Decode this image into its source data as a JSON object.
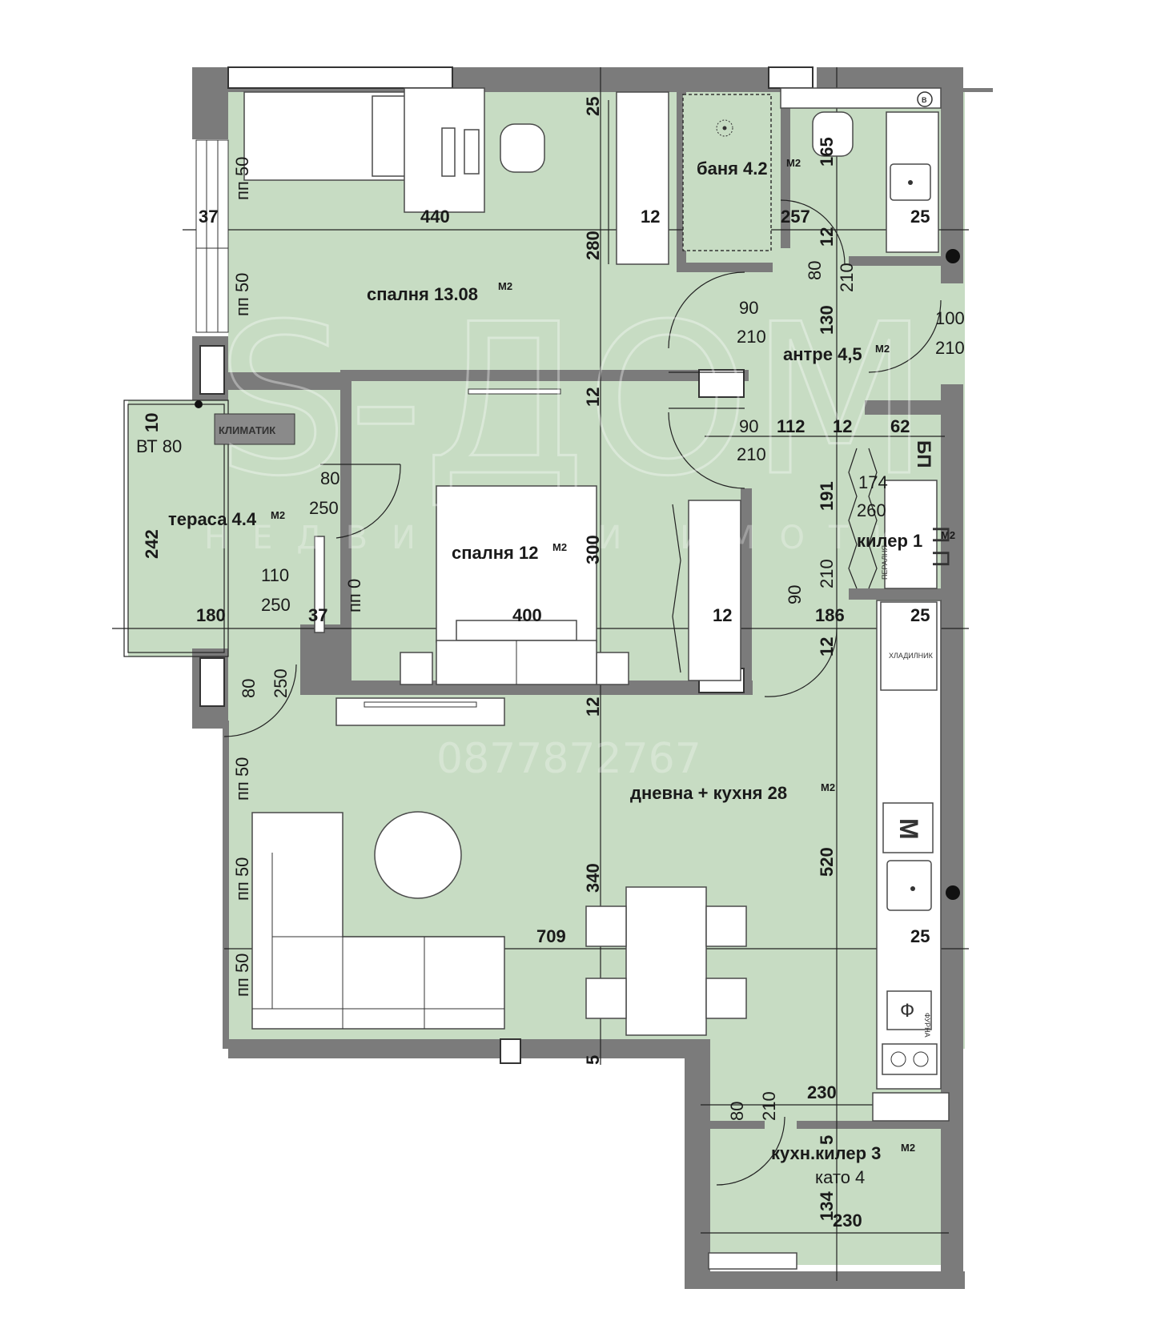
{
  "rooms": {
    "bedroom1": {
      "name": "спалня 13.08",
      "unit": "M2"
    },
    "bathroom": {
      "name": "баня 4.2",
      "unit": "M2"
    },
    "hall": {
      "name": "антре 4,5",
      "unit": "M2"
    },
    "terrace": {
      "name": "тераса 4.4",
      "unit": "M2"
    },
    "bedroom2": {
      "name": "спалня 12",
      "unit": "M2"
    },
    "closet": {
      "name": "килер 1",
      "unit": "M2"
    },
    "living": {
      "name": "дневна + кухня 28",
      "unit": "M2"
    },
    "pantry": {
      "name": "кухн.килер 3",
      "unit": "M2"
    }
  },
  "labels": {
    "climatic": "КЛИМАТИК",
    "fridge": "ХЛАДИЛНИК",
    "oven": "ФУРНА",
    "washer": "ПЕРАЛНЯ",
    "oven_letter": "Ф",
    "m_letter": "М",
    "b_letter": "В",
    "bp_letters": "БП",
    "pp_letters": "П П",
    "pantry_note": "като 4",
    "bt80": "ВТ 80"
  },
  "dimensions": {
    "d25_top": "25",
    "d280": "280",
    "d165": "165",
    "d37_top": "37",
    "d440": "440",
    "d12_a": "12",
    "d257": "257",
    "d25_b": "25",
    "d12_b": "12",
    "d80_a": "80",
    "d210_a": "210",
    "d90_a": "90",
    "d210_b": "210",
    "d130": "130",
    "d100": "100",
    "d210_c": "210",
    "d12_c": "12",
    "d10": "10",
    "d90_b": "90",
    "d112": "112",
    "d12_d": "12",
    "d62": "62",
    "d210_d": "210",
    "d80_b": "80",
    "d250_a": "250",
    "d191": "191",
    "d174": "174",
    "d260": "260",
    "d242": "242",
    "d300": "300",
    "d110": "110",
    "d250_b": "250",
    "d90_c": "90",
    "d210_e": "210",
    "d180": "180",
    "d37_b": "37",
    "d400": "400",
    "d12_e": "12",
    "d186": "186",
    "d25_c": "25",
    "d12_f": "12",
    "d80_c": "80",
    "d250_c": "250",
    "d12_g": "12",
    "d520": "520",
    "d340": "340",
    "d709": "709",
    "d25_d": "25",
    "d5_a": "5",
    "d230_a": "230",
    "d80_d": "80",
    "d210_f": "210",
    "d5_b": "5",
    "d134": "134",
    "d230_b": "230"
  },
  "window_marks": {
    "pp50_a": "пп 50",
    "pp50_b": "пп 50",
    "pp0": "пп 0",
    "pp50_c": "пп 50",
    "pp50_d": "пп 50",
    "pp50_e": "пп 50"
  },
  "watermark": {
    "logo": "S-ДОМ",
    "tagline": "НЕДВИЖИМИ ИМОТИ",
    "phone": "0877872767"
  },
  "colors": {
    "floor": "#c7dcc3",
    "wall": "#7b7b7b",
    "background": "#ffffff"
  }
}
